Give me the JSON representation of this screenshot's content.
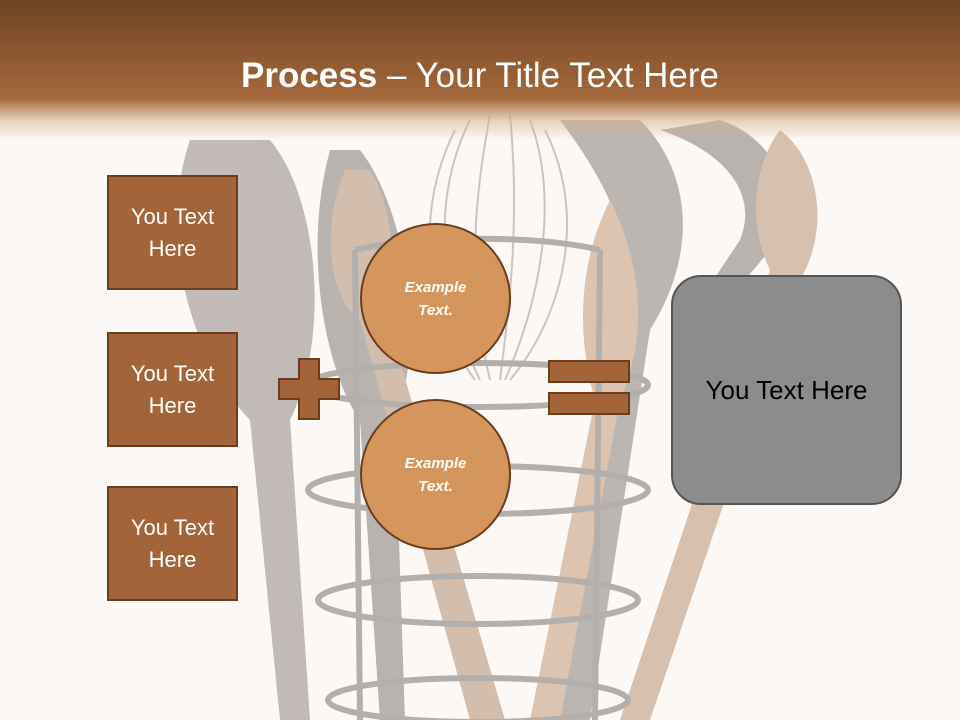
{
  "title": {
    "bold": "Process",
    "rest": " – Your Title Text Here"
  },
  "left_boxes": [
    {
      "label": "You Text Here"
    },
    {
      "label": "You Text Here"
    },
    {
      "label": "You Text Here"
    }
  ],
  "circles": [
    {
      "label": "Example Text."
    },
    {
      "label": "Example Text."
    }
  ],
  "result": {
    "label": "You Text Here"
  },
  "colors": {
    "header": "#8a5530",
    "box_fill": "#a4643a",
    "circle_fill": "#d5965e",
    "result_fill": "#8c8c8c",
    "outline": "#6b3d1e"
  }
}
